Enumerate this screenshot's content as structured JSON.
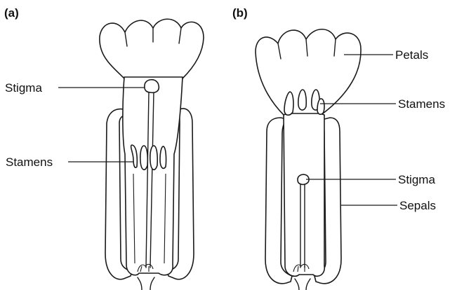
{
  "panels": {
    "a": {
      "label": "(a)",
      "labels": {
        "stigma": "Stigma",
        "stamens": "Stamens"
      }
    },
    "b": {
      "label": "(b)",
      "labels": {
        "petals": "Petals",
        "stamens": "Stamens",
        "stigma": "Stigma",
        "sepals": "Sepals"
      }
    }
  }
}
